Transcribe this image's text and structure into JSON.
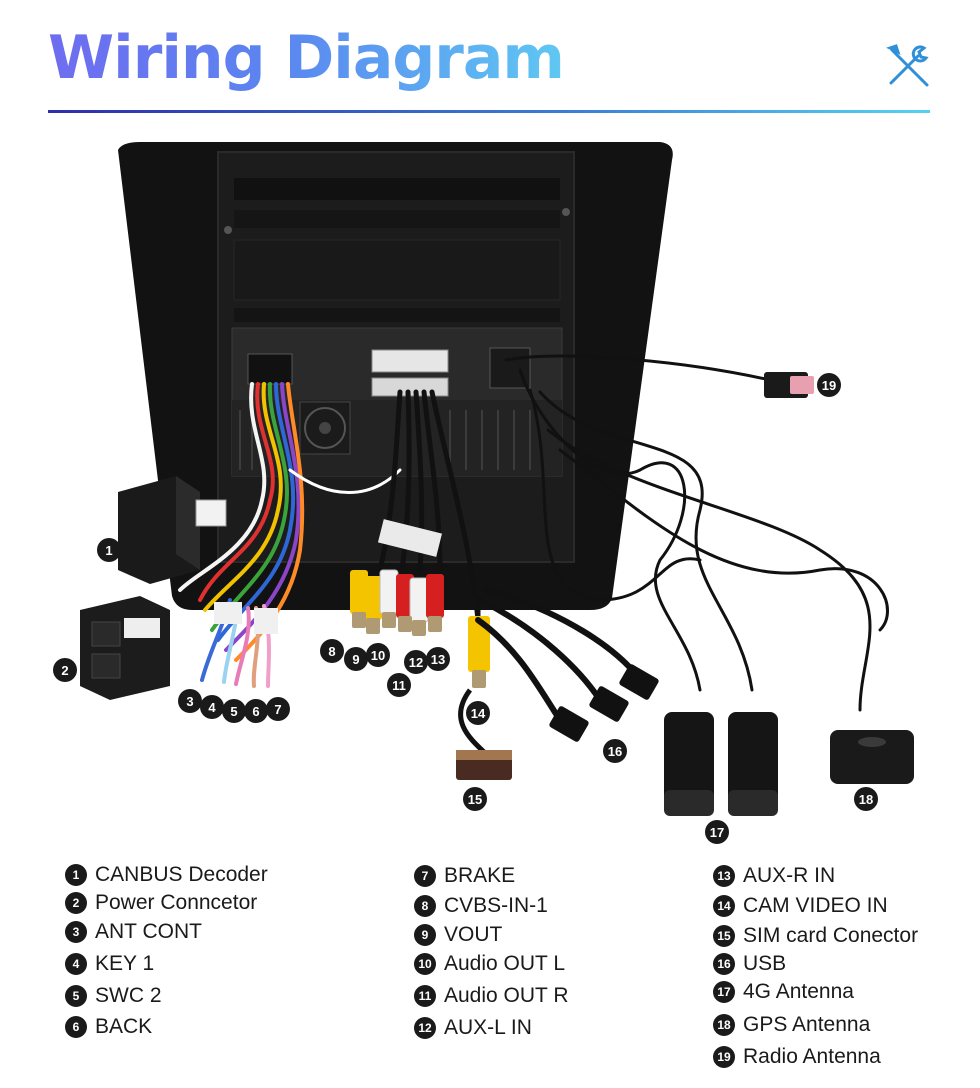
{
  "header": {
    "title": "Wiring Diagram",
    "icon": "tools-icon"
  },
  "colors": {
    "title_gradient_start": "#6f6cf0",
    "title_gradient_end": "#5fc8f2",
    "rule_start": "#2f2fa6",
    "rule_end": "#55d3f2",
    "badge": "#1a1a1a"
  },
  "callouts": [
    "1",
    "2",
    "3",
    "4",
    "5",
    "6",
    "7",
    "8",
    "9",
    "10",
    "11",
    "12",
    "13",
    "14",
    "15",
    "16",
    "17",
    "18",
    "19"
  ],
  "legend": [
    {
      "num": "1",
      "label": "CANBUS Decoder"
    },
    {
      "num": "2",
      "label": "Power Conncetor"
    },
    {
      "num": "3",
      "label": "ANT CONT"
    },
    {
      "num": "4",
      "label": "KEY 1"
    },
    {
      "num": "5",
      "label": "SWC 2"
    },
    {
      "num": "6",
      "label": "BACK"
    },
    {
      "num": "7",
      "label": "BRAKE"
    },
    {
      "num": "8",
      "label": "CVBS-IN-1"
    },
    {
      "num": "9",
      "label": "VOUT"
    },
    {
      "num": "10",
      "label": "Audio OUT L"
    },
    {
      "num": "11",
      "label": "Audio OUT R"
    },
    {
      "num": "12",
      "label": "AUX-L IN"
    },
    {
      "num": "13",
      "label": "AUX-R IN"
    },
    {
      "num": "14",
      "label": "CAM VIDEO IN"
    },
    {
      "num": "15",
      "label": "SIM card Conector"
    },
    {
      "num": "16",
      "label": "USB"
    },
    {
      "num": "17",
      "label": "4G Antenna"
    },
    {
      "num": "18",
      "label": "GPS Antenna"
    },
    {
      "num": "19",
      "label": "Radio Antenna"
    }
  ]
}
